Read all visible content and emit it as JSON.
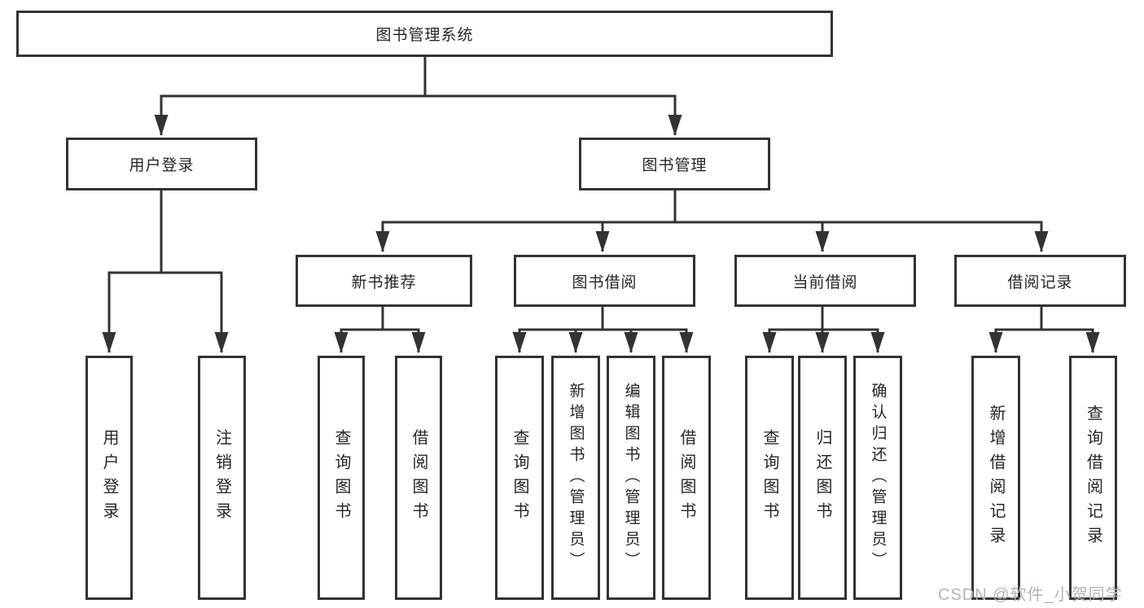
{
  "tree": {
    "root": "图书管理系统",
    "level2": [
      "用户登录",
      "图书管理"
    ],
    "user_login_children": [
      "用户登录",
      "注销登录"
    ],
    "level3": [
      "新书推荐",
      "图书借阅",
      "当前借阅",
      "借阅记录"
    ],
    "new_book_rec_children": [
      "查询图书",
      "借阅图书"
    ],
    "book_borrow_children": [
      "查询图书",
      "新增图书（管理员）",
      "编辑图书（管理员）",
      "借阅图书"
    ],
    "current_borrow_children": [
      "查询图书",
      "归还图书",
      "确认归还（管理员）"
    ],
    "borrow_record_children": [
      "新增借阅记录",
      "查询借阅记录"
    ]
  },
  "watermark": "CSDN @软件_小贺同学",
  "colors": {
    "line": "#333333",
    "text": "#262626",
    "watermark": "#b0b6ba",
    "background": "#ffffff"
  }
}
